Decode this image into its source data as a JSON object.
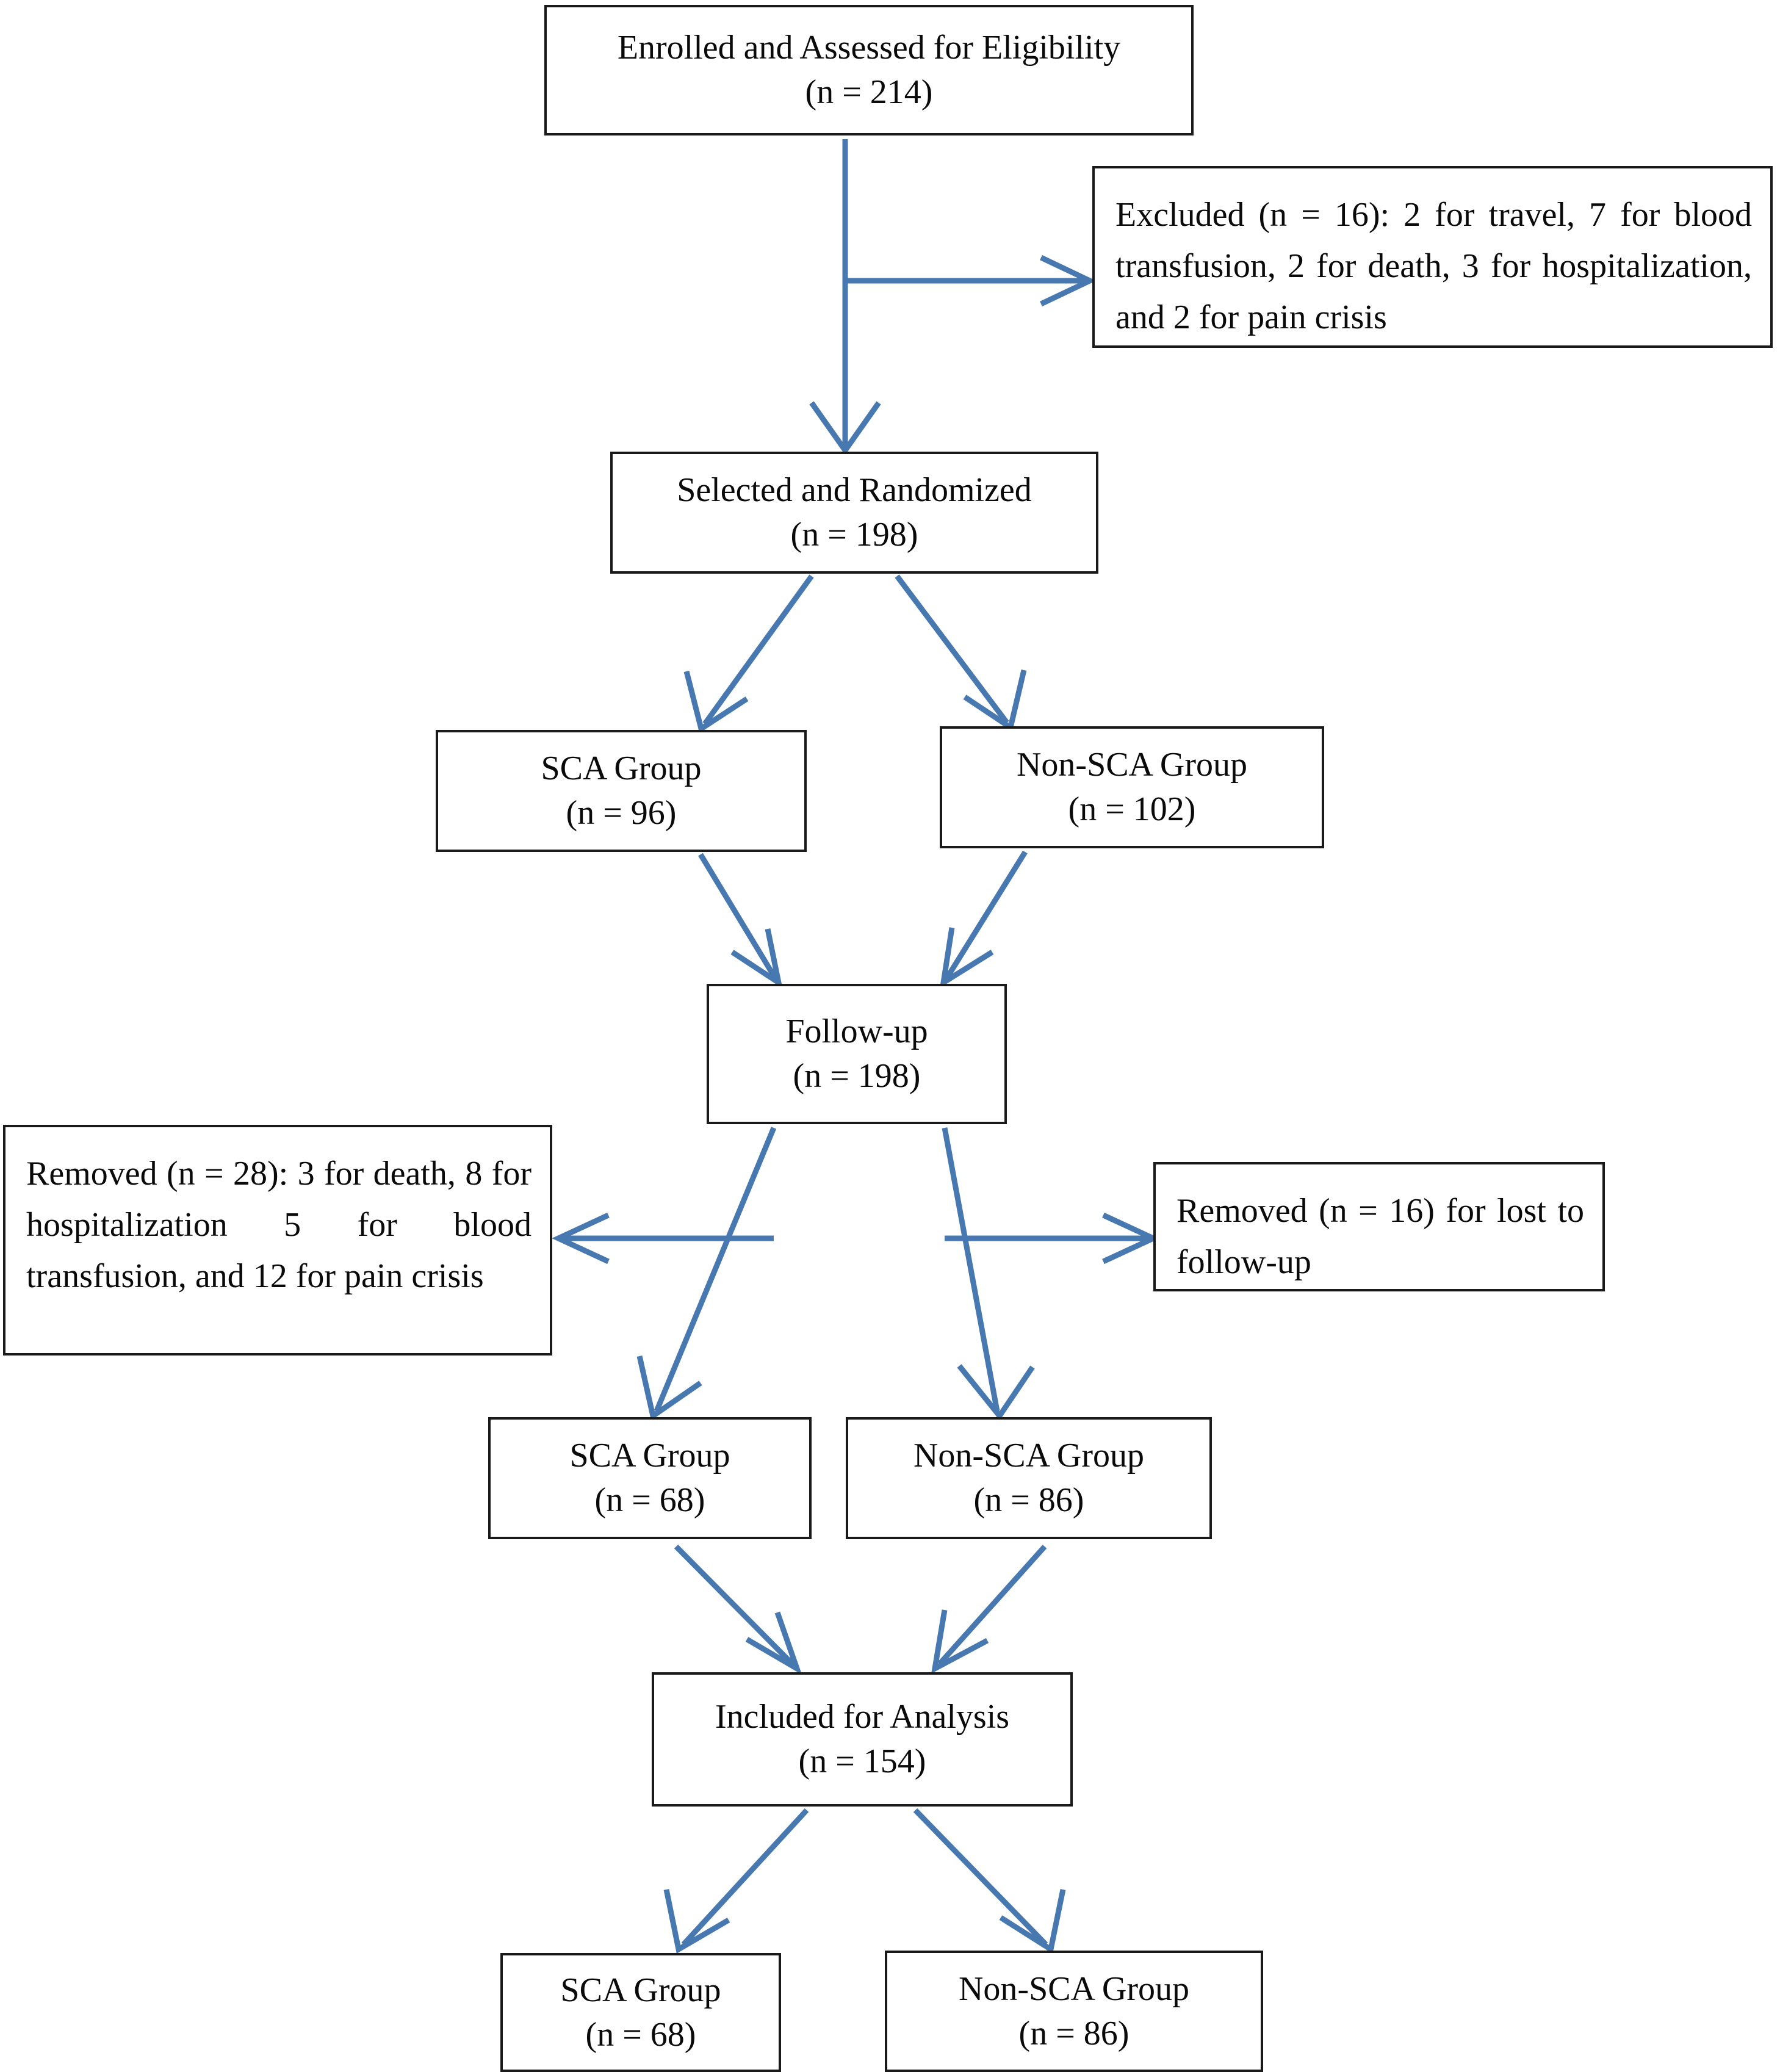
{
  "diagram": {
    "type": "consort-flow-diagram",
    "title": "Participant flow diagram",
    "colors": {
      "arrow": "#4778B0",
      "box_border": "#1a1a1a",
      "background": "#ffffff",
      "text": "#0a0a0a"
    },
    "nodes": {
      "enrolled": {
        "label": "Enrolled and Assessed for Eligibility",
        "count_text": "(n = 214)",
        "n": 214
      },
      "excluded": {
        "text": "Excluded (n = 16): 2 for travel, 7 for blood transfusion, 2 for death, 3 for hospitalization, and 2 for pain crisis",
        "n": 16,
        "reasons": [
          {
            "reason": "travel",
            "n": 2
          },
          {
            "reason": "blood transfusion",
            "n": 7
          },
          {
            "reason": "death",
            "n": 2
          },
          {
            "reason": "hospitalization",
            "n": 3
          },
          {
            "reason": "pain crisis",
            "n": 2
          }
        ]
      },
      "randomized": {
        "label": "Selected and Randomized",
        "count_text": "(n = 198)",
        "n": 198
      },
      "sca_allocated": {
        "label": "SCA Group",
        "count_text": "(n = 96)",
        "n": 96
      },
      "nonsca_allocated": {
        "label": "Non-SCA Group",
        "count_text": "(n = 102)",
        "n": 102
      },
      "followup": {
        "label": "Follow-up",
        "count_text": "(n = 198)",
        "n": 198
      },
      "removed_28": {
        "text": "Removed (n = 28): 3 for death, 8 for hospitalization 5 for blood transfusion, and 12 for pain crisis",
        "n": 28,
        "reasons": [
          {
            "reason": "death",
            "n": 3
          },
          {
            "reason": "hospitalization",
            "n": 8
          },
          {
            "reason": "blood transfusion",
            "n": 5
          },
          {
            "reason": "pain crisis",
            "n": 12
          }
        ]
      },
      "removed_16": {
        "text": "Removed (n = 16) for lost to follow-up",
        "n": 16,
        "reasons": [
          {
            "reason": "lost to follow-up",
            "n": 16
          }
        ]
      },
      "sca_followed": {
        "label": "SCA Group",
        "count_text": "(n = 68)",
        "n": 68
      },
      "nonsca_followed": {
        "label": "Non-SCA Group",
        "count_text": "(n = 86)",
        "n": 86
      },
      "included": {
        "label": "Included for Analysis",
        "count_text": "(n = 154)",
        "n": 154
      },
      "sca_analyzed": {
        "label": "SCA Group",
        "count_text": "(n = 68)",
        "n": 68
      },
      "nonsca_analyzed": {
        "label": "Non-SCA Group",
        "count_text": "(n = 86)",
        "n": 86
      }
    },
    "edges": [
      {
        "from": "enrolled",
        "to": "randomized",
        "direction": "down"
      },
      {
        "from": "enrolled",
        "to": "excluded",
        "direction": "right"
      },
      {
        "from": "randomized",
        "to": "sca_allocated",
        "direction": "down-left"
      },
      {
        "from": "randomized",
        "to": "nonsca_allocated",
        "direction": "down-right"
      },
      {
        "from": "sca_allocated",
        "to": "followup",
        "direction": "down-right"
      },
      {
        "from": "nonsca_allocated",
        "to": "followup",
        "direction": "down-left"
      },
      {
        "from": "followup",
        "to": "removed_28",
        "direction": "left"
      },
      {
        "from": "followup",
        "to": "removed_16",
        "direction": "right"
      },
      {
        "from": "followup",
        "to": "sca_followed",
        "direction": "down-left"
      },
      {
        "from": "followup",
        "to": "nonsca_followed",
        "direction": "down-right"
      },
      {
        "from": "sca_followed",
        "to": "included",
        "direction": "down-right"
      },
      {
        "from": "nonsca_followed",
        "to": "included",
        "direction": "down-left"
      },
      {
        "from": "included",
        "to": "sca_analyzed",
        "direction": "down-left"
      },
      {
        "from": "included",
        "to": "nonsca_analyzed",
        "direction": "down-right"
      }
    ]
  }
}
